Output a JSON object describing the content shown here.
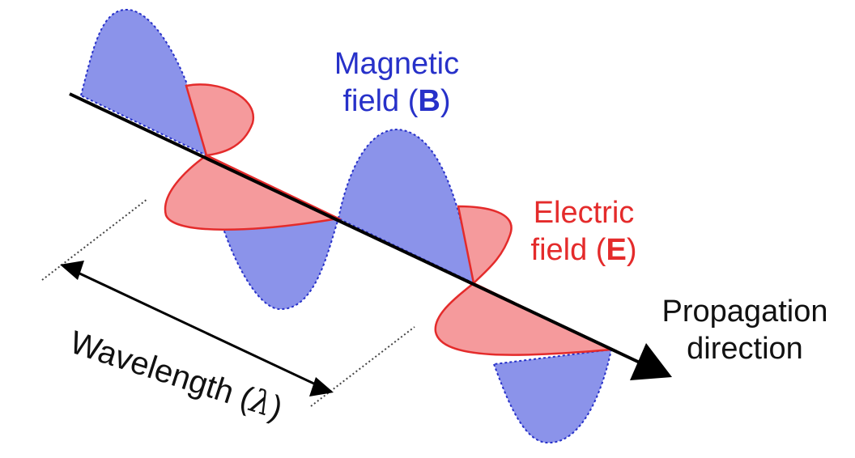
{
  "labels": {
    "magnetic_line1": "Magnetic",
    "magnetic_line2_prefix": "field (",
    "magnetic_symbol": "B",
    "magnetic_line2_suffix": ")",
    "electric_line1": "Electric",
    "electric_line2_prefix": "field (",
    "electric_symbol": "E",
    "electric_line2_suffix": ")",
    "propagation_line1": "Propagation",
    "propagation_line2": "direction",
    "wavelength_text": "Wavelength (",
    "wavelength_symbol": "λ",
    "wavelength_suffix": ")"
  },
  "colors": {
    "magnetic_fill": "#8b93ea",
    "magnetic_stroke": "#2731c9",
    "electric_fill": "#f59a9c",
    "electric_stroke": "#e42b2b",
    "axis": "#000000"
  }
}
